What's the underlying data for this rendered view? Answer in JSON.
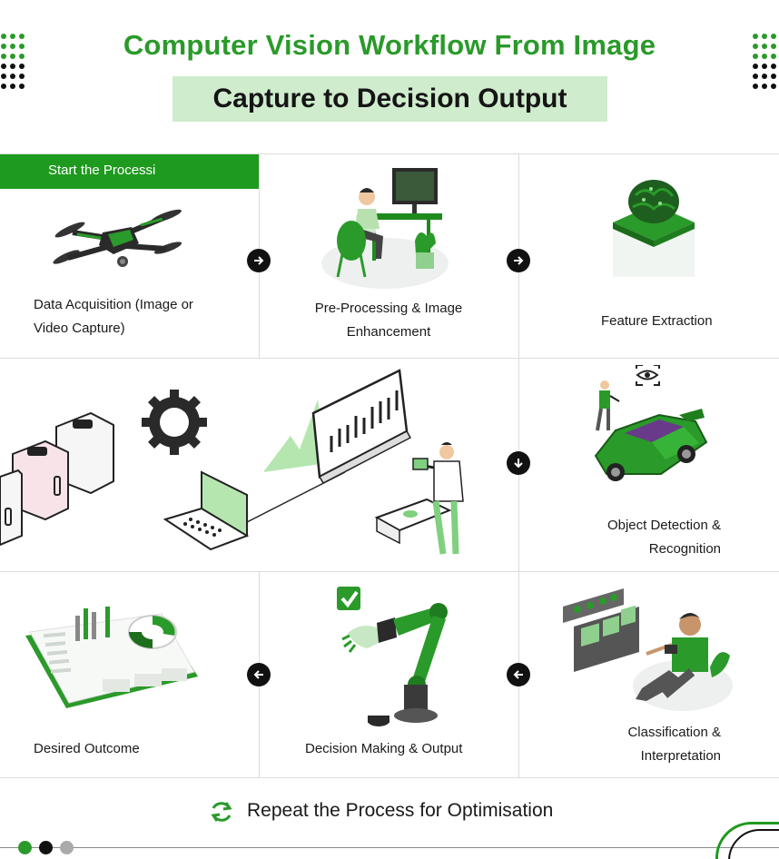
{
  "title": {
    "line1": "Computer Vision Workflow From Image",
    "line2": "Capture to Decision Output"
  },
  "start_banner": "Start the Processi",
  "steps": [
    {
      "id": "data-acquisition",
      "label_lines": [
        "Data Acquisition (Image or",
        "Video Capture)"
      ]
    },
    {
      "id": "pre-processing",
      "label_lines": [
        "Pre-Processing & Image",
        "Enhancement"
      ]
    },
    {
      "id": "feature-extraction",
      "label_lines": [
        "Feature Extraction"
      ]
    },
    {
      "id": "object-detection",
      "label_lines": [
        "Object Detection &",
        "Recognition"
      ]
    },
    {
      "id": "classification",
      "label_lines": [
        "Classification &",
        "Interpretation"
      ]
    },
    {
      "id": "decision-making",
      "label_lines": [
        "Decision Making & Output"
      ]
    },
    {
      "id": "desired-outcome",
      "label_lines": [
        "Desired Outcome"
      ]
    }
  ],
  "footer": {
    "text": "Repeat the Process for Optimisation",
    "icon": "repeat-icon"
  },
  "colors": {
    "brand_green": "#2a9a2a",
    "highlight": "#cfeccd",
    "dark": "#111111"
  },
  "arrows": [
    {
      "id": "arrow-1-2",
      "direction": "right"
    },
    {
      "id": "arrow-2-3",
      "direction": "right"
    },
    {
      "id": "arrow-3-4",
      "direction": "down"
    },
    {
      "id": "arrow-4-5",
      "direction": "left"
    },
    {
      "id": "arrow-5-6",
      "direction": "left"
    }
  ]
}
